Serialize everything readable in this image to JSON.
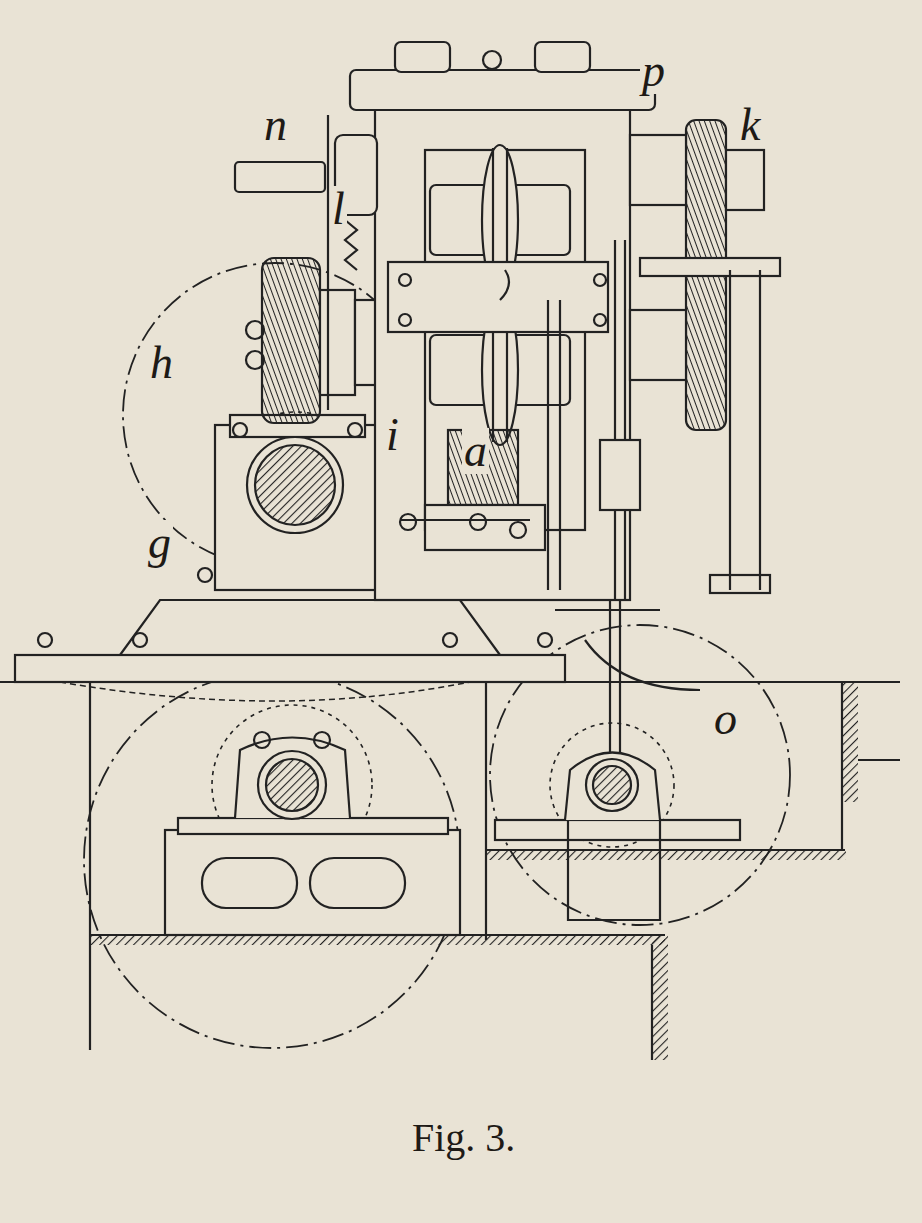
{
  "diagram": {
    "caption": "Fig. 3.",
    "labels": [
      "p",
      "n",
      "l",
      "k",
      "h",
      "i",
      "g",
      "a",
      "o"
    ]
  }
}
